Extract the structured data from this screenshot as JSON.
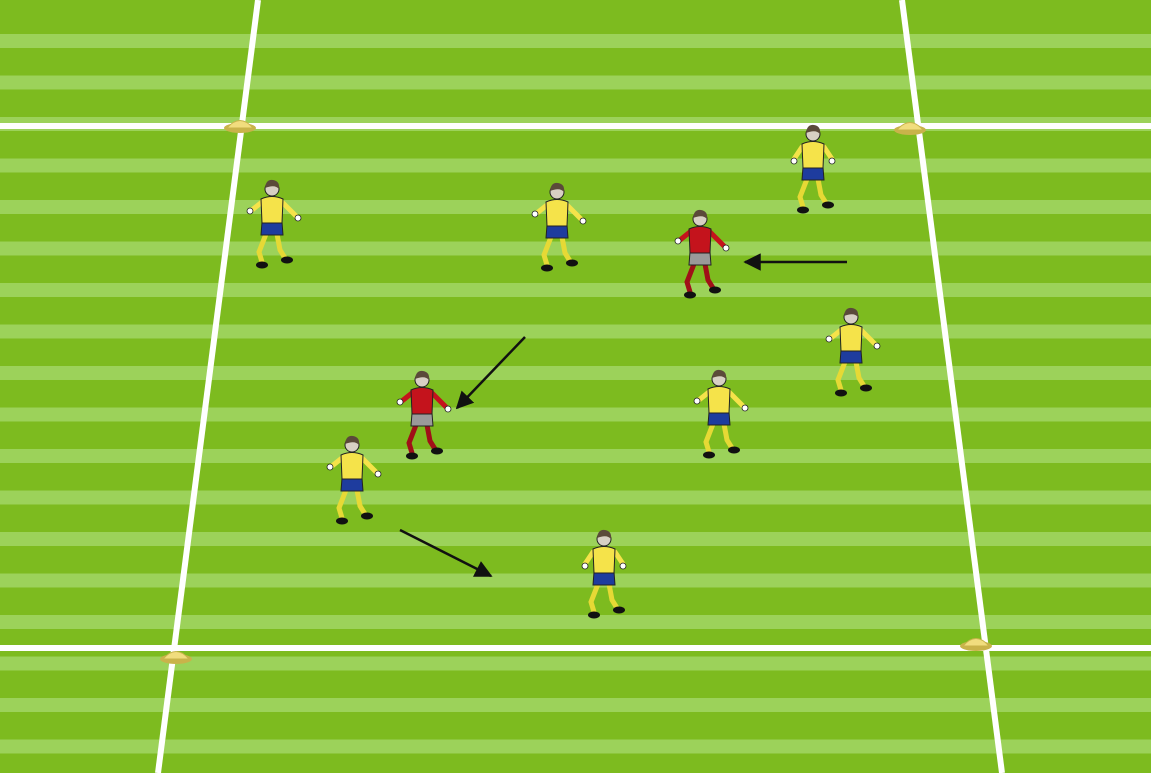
{
  "diagram": {
    "field": {
      "stripe_dark": "#7dbb1f",
      "stripe_light": "#9cd25a",
      "line_color": "#ffffff",
      "cone_color": "#f1dd7e"
    },
    "team_colors": {
      "yellow_team": {
        "shirt": "#f5e34a",
        "shorts": "#1e3c9e",
        "socks": "#e6d935"
      },
      "red_team": {
        "shirt": "#c4131c",
        "shorts": "#9a9a9a",
        "socks": "#a01018"
      }
    },
    "players": [
      {
        "team": "yellow_team"
      },
      {
        "team": "yellow_team"
      },
      {
        "team": "yellow_team"
      },
      {
        "team": "yellow_team"
      },
      {
        "team": "yellow_team"
      },
      {
        "team": "yellow_team"
      },
      {
        "team": "yellow_team"
      },
      {
        "team": "red_team"
      },
      {
        "team": "red_team"
      }
    ],
    "cones": 4,
    "arrows": 3,
    "arrow_color": "#111111"
  }
}
